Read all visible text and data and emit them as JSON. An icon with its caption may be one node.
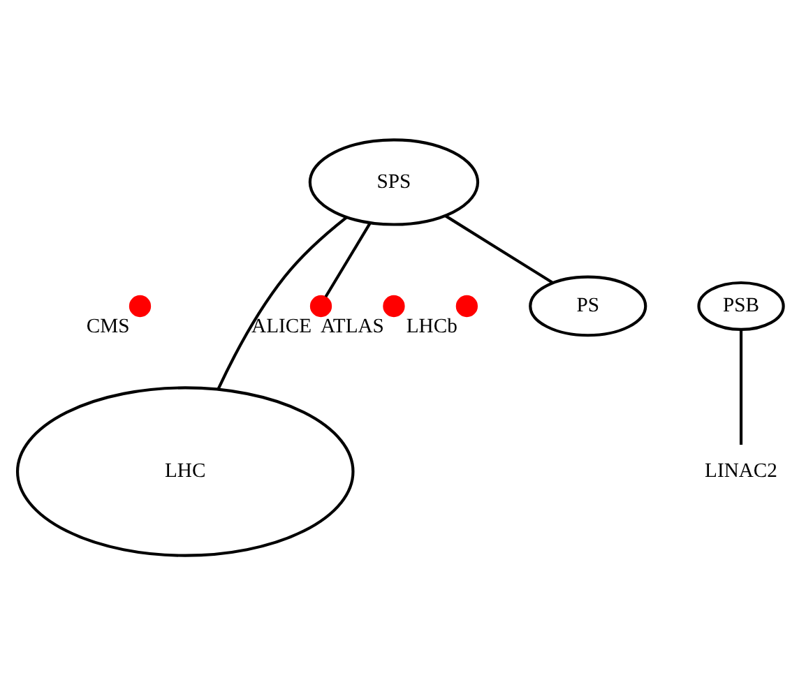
{
  "diagram": {
    "nodes": [
      {
        "text": [
          "LHC"
        ]
      },
      {
        "text": [
          "CMS"
        ]
      },
      {
        "text": [
          "ALICE"
        ]
      },
      {
        "text": [
          "ATLAS"
        ]
      },
      {
        "text": [
          "LHCb"
        ]
      },
      {
        "text": [
          "SPS"
        ]
      },
      {
        "text": [
          "PS"
        ]
      },
      {
        "text": [
          "PSB"
        ]
      },
      {
        "text": [
          "LINAC2"
        ]
      }
    ],
    "edges": [
      {
        "from": 8,
        "to": 7,
        "arrow": "none"
      },
      {
        "from": 6,
        "to": 5,
        "arrow": "none"
      },
      {
        "from": 2,
        "to": 5,
        "arrow": "none"
      },
      {
        "from": 5,
        "to": 0,
        "arrow": "none"
      }
    ]
  }
}
